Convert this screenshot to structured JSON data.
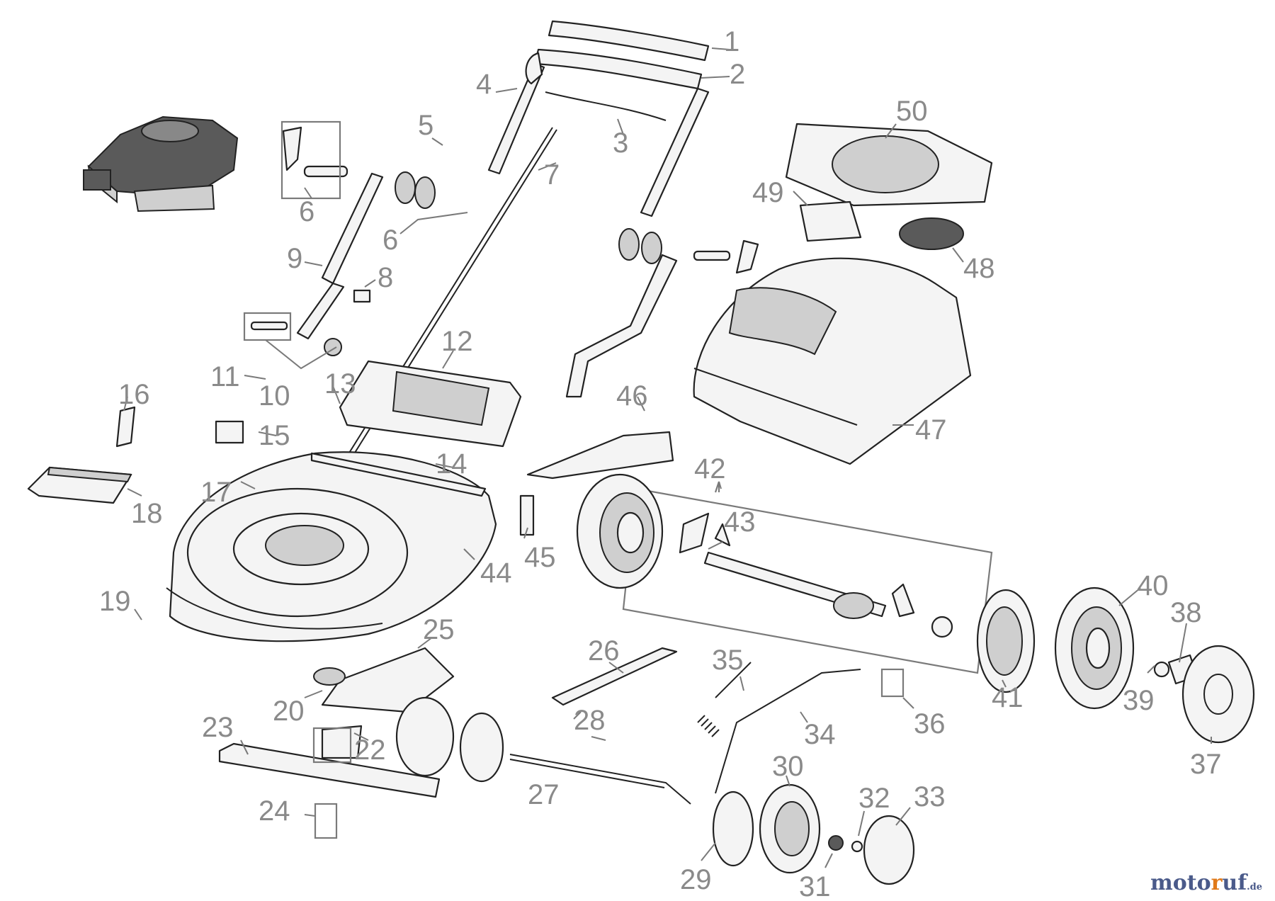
{
  "part_numbers": [
    "1",
    "2",
    "3",
    "4",
    "5",
    "6",
    "6",
    "7",
    "8",
    "9",
    "10",
    "11",
    "12",
    "13",
    "14",
    "15",
    "16",
    "17",
    "18",
    "19",
    "20",
    "22",
    "23",
    "24",
    "25",
    "26",
    "27",
    "28",
    "29",
    "30",
    "31",
    "32",
    "33",
    "34",
    "35",
    "36",
    "37",
    "38",
    "39",
    "40",
    "41",
    "42",
    "43",
    "44",
    "45",
    "46",
    "47",
    "48",
    "49",
    "50"
  ],
  "watermark": {
    "part1": "moto",
    "part2": "r",
    "part3": "uf",
    "suffix": ".de"
  }
}
